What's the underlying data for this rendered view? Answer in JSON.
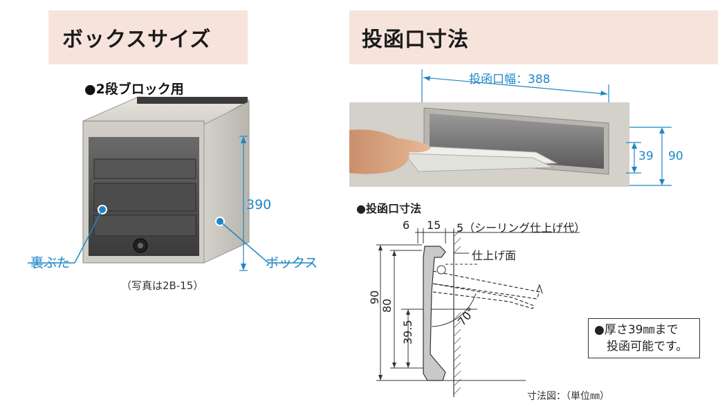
{
  "left_header": {
    "title": "ボックスサイズ"
  },
  "right_header": {
    "title": "投函口寸法"
  },
  "box": {
    "caption": "●2段ブロック用",
    "height_label": "390",
    "back_lid_label": "裏ぶた",
    "box_label": "ボックス",
    "photo_note": "（写真は2B-15）"
  },
  "slot_photo": {
    "width_label": "投函口幅：388",
    "inner_height": "39",
    "outer_height": "90"
  },
  "diagram": {
    "caption": "●投函口寸法",
    "dim_6": "6",
    "dim_15": "15",
    "dim_5": "5（シーリング仕上げ代）",
    "finish_surface": "仕上げ面",
    "dim_90": "90",
    "dim_80": "80",
    "dim_39_5": "39.5",
    "angle": "70°",
    "unit_note": "寸法図：（単位㎜）"
  },
  "note": {
    "line1": "●厚さ39㎜まで",
    "line2": "投函可能です。"
  },
  "colors": {
    "header_bg": "#f6e4dc",
    "accent_blue": "#1f86c6"
  }
}
